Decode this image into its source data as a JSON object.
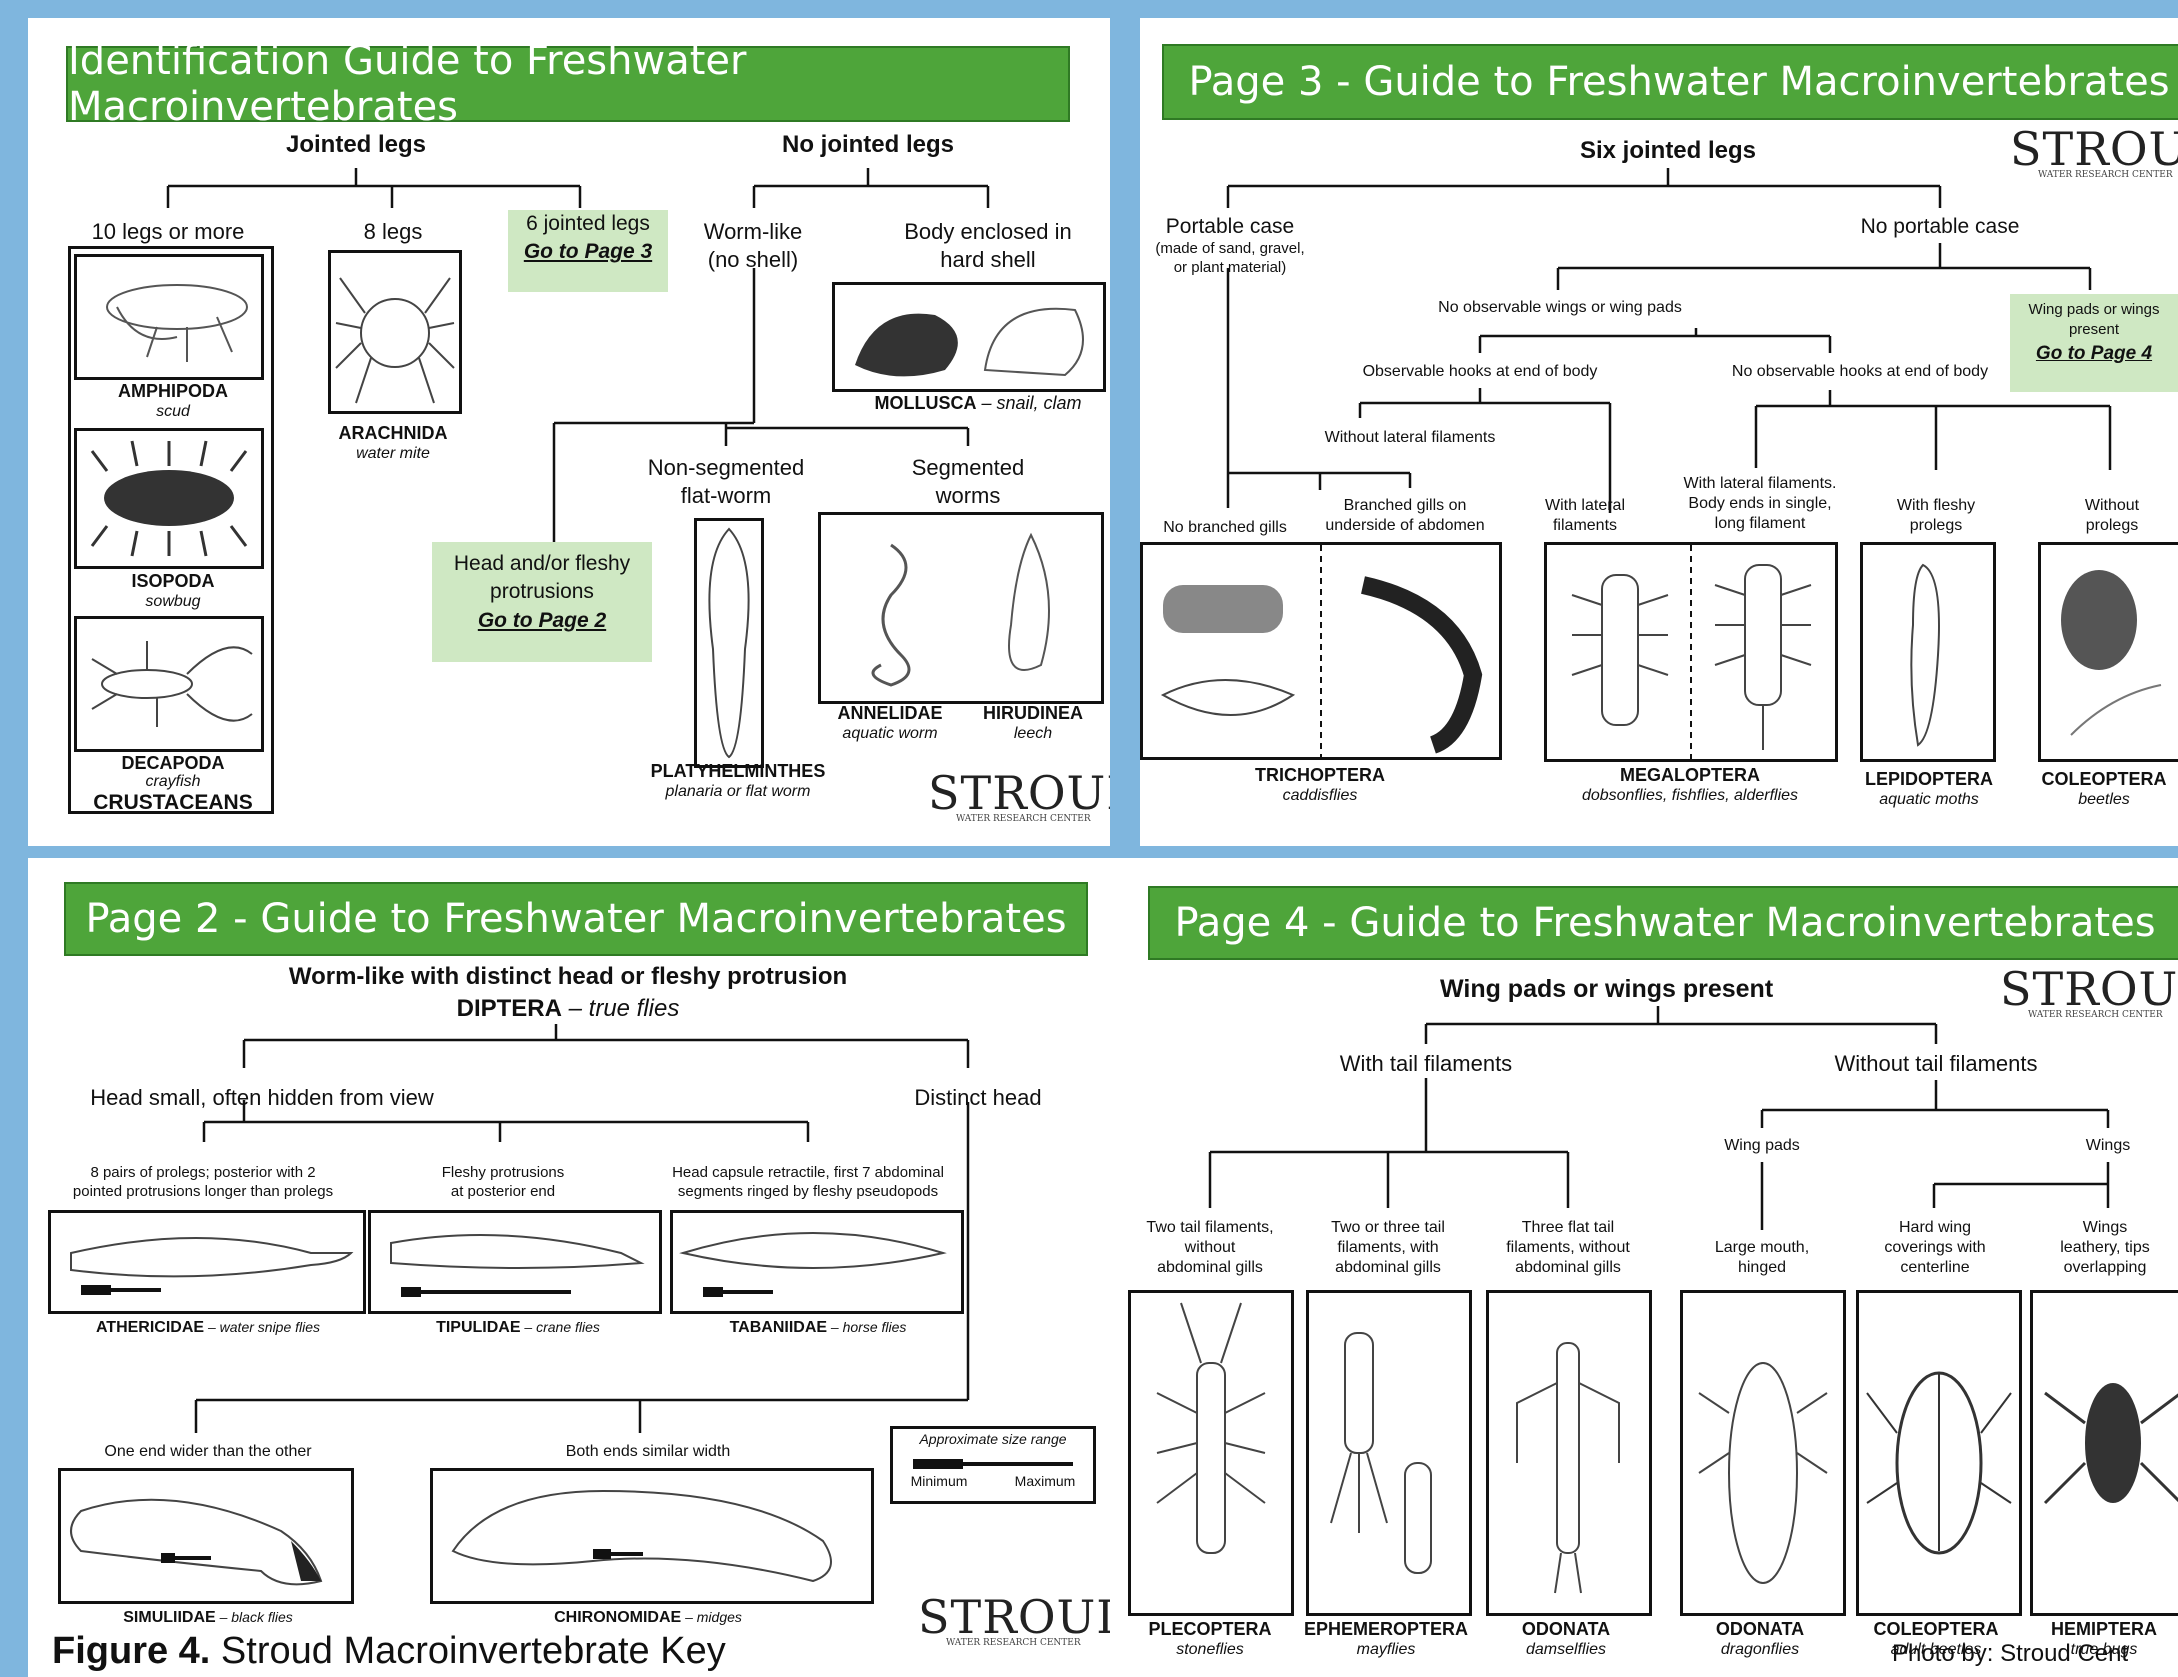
{
  "panel1": {
    "banner": "Identification Guide to Freshwater Macroinvertebrates",
    "jointed_legs": "Jointed legs",
    "no_jointed_legs": "No jointed legs",
    "legs10": "10 legs or more",
    "legs8": "8 legs",
    "six_legs": "6 jointed legs",
    "go_page3": "Go to Page 3",
    "worm_like": "Worm-like",
    "no_shell": "(no shell)",
    "body_enclosed": "Body enclosed in",
    "hard_shell": "hard shell",
    "amphipoda": "AMPHIPODA",
    "scud": "scud",
    "arachnida": "ARACHNIDA",
    "water_mite": "water mite",
    "isopoda": "ISOPODA",
    "sowbug": "sowbug",
    "decapoda": "DECAPODA",
    "crayfish": "crayfish",
    "crustaceans": "CRUSTACEANS",
    "mollusca": "MOLLUSCA",
    "mollusca_common": " – snail, clam",
    "head_fleshy_1": "Head and/or fleshy",
    "head_fleshy_2": "protrusions",
    "go_page2": "Go to Page 2",
    "non_seg_1": "Non-segmented",
    "non_seg_2": "flat-worm",
    "seg_1": "Segmented",
    "seg_2": "worms",
    "annelidae": "ANNELIDAE",
    "aquatic_worm": "aquatic worm",
    "hirudinea": "HIRUDINEA",
    "leech": "leech",
    "platyhelminthes": "PLATYHELMINTHES",
    "planaria": "planaria or flat worm"
  },
  "panel3": {
    "banner": "Page 3 - Guide to Freshwater Macroinvertebrates",
    "six_jointed": "Six jointed legs",
    "portable_case": "Portable case",
    "portable_case_note_1": "(made of sand, gravel,",
    "portable_case_note_2": "or plant material)",
    "no_portable_case": "No portable case",
    "no_wings": "No observable wings or wing pads",
    "wing_pads_1": "Wing pads or wings",
    "wing_pads_2": "present",
    "go_page4": "Go to Page 4",
    "hooks": "Observable hooks at end of body",
    "no_hooks": "No observable hooks at end of body",
    "without_lateral": "Without lateral filaments",
    "no_branched": "No branched gills",
    "branched_1": "Branched gills on",
    "branched_2": "underside of abdomen",
    "with_lateral_1": "With lateral",
    "with_lateral_2": "filaments",
    "lateral_single_1": "With lateral filaments.",
    "lateral_single_2": "Body ends in single,",
    "lateral_single_3": "long filament",
    "fleshy_prolegs_1": "With fleshy",
    "fleshy_prolegs_2": "prolegs",
    "without_prolegs_1": "Without",
    "without_prolegs_2": "prolegs",
    "trichoptera": "TRICHOPTERA",
    "caddisflies": "caddisflies",
    "megaloptera": "MEGALOPTERA",
    "dobsonflies": "dobsonflies, fishflies, alderflies",
    "lepidoptera": "LEPIDOPTERA",
    "aquatic_moths": "aquatic moths",
    "coleoptera": "COLEOPTERA",
    "beetles": "beetles"
  },
  "panel2": {
    "banner": "Page 2 - Guide to Freshwater Macroinvertebrates",
    "title1": "Worm-like with distinct head or fleshy protrusion",
    "diptera": "DIPTERA",
    "true_flies": " – true flies",
    "head_small": "Head small, often hidden from view",
    "distinct_head": "Distinct head",
    "prolegs_1": "8 pairs of prolegs; posterior with 2",
    "prolegs_2": "pointed protrusions longer than prolegs",
    "fleshy_1": "Fleshy protrusions",
    "fleshy_2": "at posterior end",
    "capsule_1": "Head capsule retractile, first 7 abdominal",
    "capsule_2": "segments ringed by fleshy pseudopods",
    "athericidae": "ATHERICIDAE",
    "athericidae_c": " – water snipe flies",
    "tipulidae": "TIPULIDAE",
    "tipulidae_c": " – crane flies",
    "tabanidae": "TABANIIDAE",
    "tabanidae_c": " – horse flies",
    "one_end": "One end wider than the other",
    "both_ends": "Both ends similar width",
    "size_range": "Approximate size range",
    "minimum": "Minimum",
    "maximum": "Maximum",
    "simuliidae": "SIMULIIDAE",
    "simuliidae_c": " – black flies",
    "chironomidae": "CHIRONOMIDAE",
    "chironomidae_c": " – midges"
  },
  "panel4": {
    "banner": "Page 4 - Guide to Freshwater Macroinvertebrates",
    "wing_pads": "Wing pads or wings present",
    "with_tail": "With tail filaments",
    "without_tail": "Without tail filaments",
    "wing_pads_only": "Wing pads",
    "wings": "Wings",
    "two_tail_1": "Two tail filaments,",
    "two_tail_2": "without",
    "two_tail_3": "abdominal gills",
    "two_three_1": "Two or three tail",
    "two_three_2": "filaments, with",
    "two_three_3": "abdominal gills",
    "three_flat_1": "Three flat tail",
    "three_flat_2": "filaments, without",
    "three_flat_3": "abdominal gills",
    "large_mouth_1": "Large mouth,",
    "large_mouth_2": "hinged",
    "hard_wing_1": "Hard wing",
    "hard_wing_2": "coverings with",
    "hard_wing_3": "centerline",
    "leathery_1": "Wings",
    "leathery_2": "leathery, tips",
    "leathery_3": "overlapping",
    "plecoptera": "PLECOPTERA",
    "stoneflies": "stoneflies",
    "ephemeroptera": "EPHEMEROPTERA",
    "mayflies": "mayflies",
    "odonata1": "ODONATA",
    "damselflies": "damselflies",
    "odonata2": "ODONATA",
    "dragonflies": "dragonflies",
    "coleoptera": "COLEOPTERA",
    "adult_beetles": "adult beetles",
    "hemiptera": "HEMIPTERA",
    "true_bugs": "true bugs"
  },
  "logo": {
    "main": "STROUD",
    "sub": "WATER RESEARCH CENTER"
  },
  "caption": {
    "label": "Figure 4.",
    "text": " Stroud Macroinvertebrate Key"
  },
  "credit": "Photo by: Stroud Cent"
}
